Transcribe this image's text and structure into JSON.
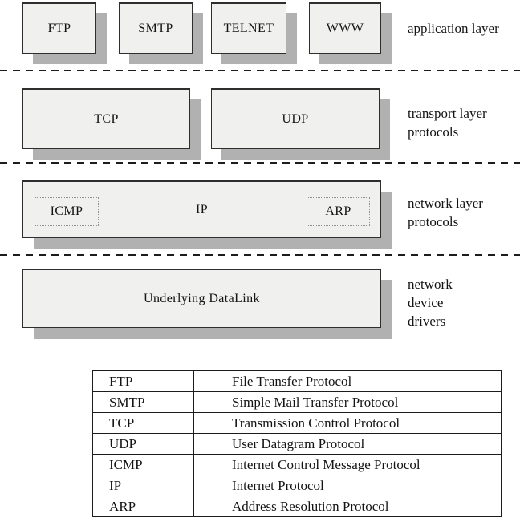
{
  "diagram": {
    "layers": [
      {
        "name": "application-layer",
        "label_lines": [
          "application layer"
        ],
        "boxes": [
          {
            "label": "FTP"
          },
          {
            "label": "SMTP"
          },
          {
            "label": "TELNET"
          },
          {
            "label": "WWW"
          }
        ]
      },
      {
        "name": "transport-layer",
        "label_lines": [
          "transport layer",
          "protocols"
        ],
        "boxes": [
          {
            "label": "TCP"
          },
          {
            "label": "UDP"
          }
        ]
      },
      {
        "name": "network-layer",
        "label_lines": [
          "network layer",
          "protocols"
        ],
        "container_label": "IP",
        "sub_boxes": [
          {
            "label": "ICMP"
          },
          {
            "label": "ARP"
          }
        ]
      },
      {
        "name": "datalink-layer",
        "label_lines": [
          "network",
          "device",
          "drivers"
        ],
        "boxes": [
          {
            "label": "Underlying DataLink"
          }
        ]
      }
    ],
    "legend": {
      "rows": [
        {
          "abbr": "FTP",
          "name": "File Transfer Protocol"
        },
        {
          "abbr": "SMTP",
          "name": "Simple Mail Transfer Protocol"
        },
        {
          "abbr": "TCP",
          "name": "Transmission Control Protocol"
        },
        {
          "abbr": "UDP",
          "name": "User Datagram Protocol"
        },
        {
          "abbr": "ICMP",
          "name": "Internet Control Message Protocol"
        },
        {
          "abbr": "IP",
          "name": "Internet Protocol"
        },
        {
          "abbr": "ARP",
          "name": "Address Resolution Protocol"
        }
      ]
    },
    "colors": {
      "box_fill": "#f0f0ef",
      "box_shadow": "#b1b1b1",
      "box_border": "#2e2e2e",
      "separator": "#1c1c1c",
      "text": "#141414",
      "dotted_border": "#8f8f8f",
      "background": "#ffffff"
    }
  }
}
